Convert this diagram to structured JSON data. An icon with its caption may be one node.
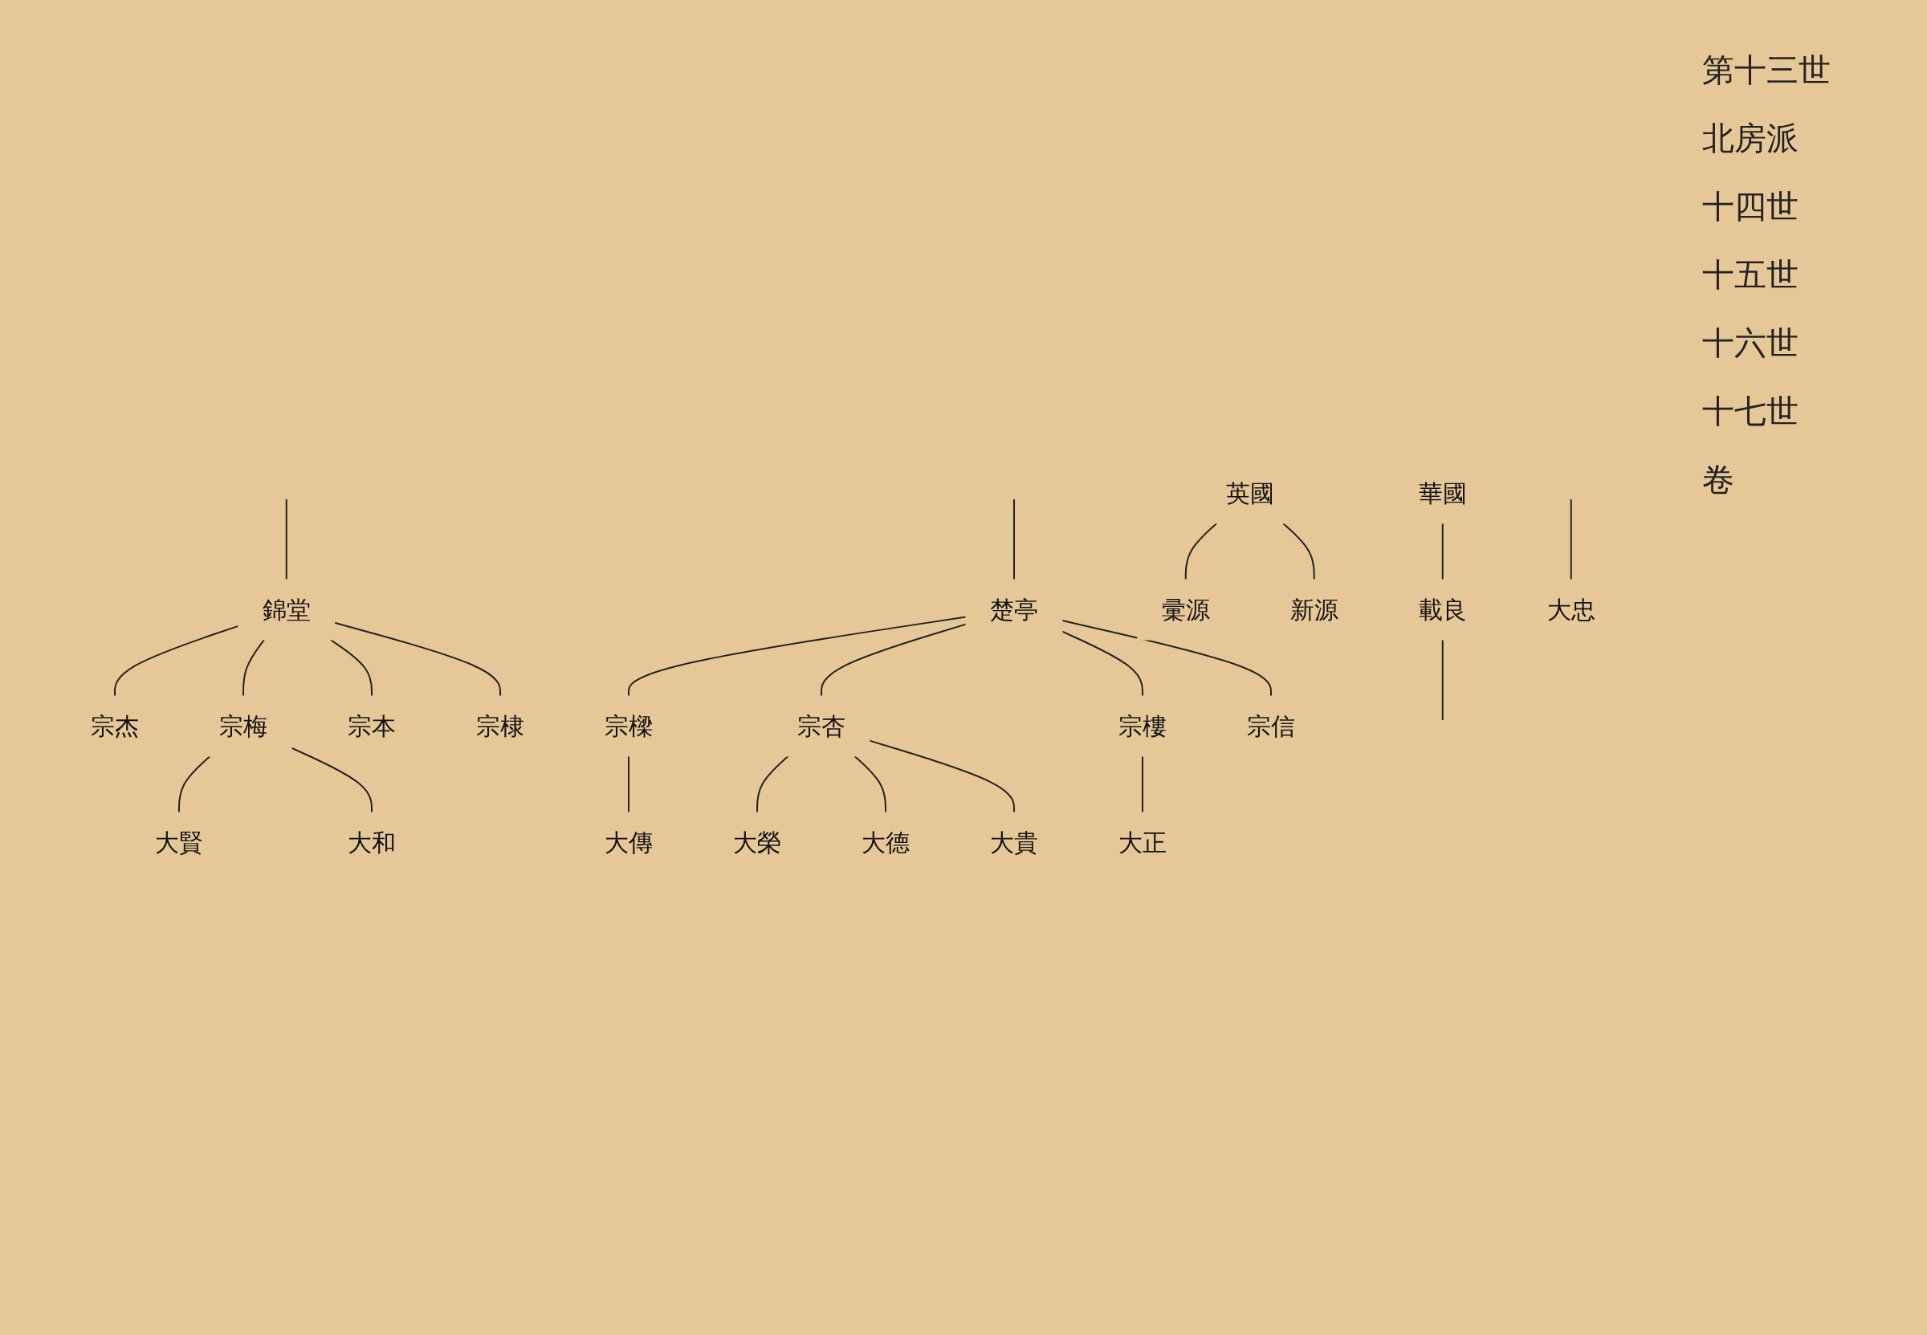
{
  "diagram": {
    "nodes": [
      {
        "text": [
          "華國"
        ]
      },
      {
        "text": [
          "載良"
        ]
      },
      {
        "text": [
          "錦堂"
        ]
      },
      {
        "text": [
          "宗杰"
        ]
      },
      {
        "text": [
          "宗梅"
        ]
      },
      {
        "text": [
          "宗本"
        ]
      },
      {
        "text": [
          "宗棣"
        ]
      },
      {
        "text": [
          "大賢"
        ]
      },
      {
        "text": [
          "大和"
        ]
      },
      {
        "text": [
          "英國"
        ]
      },
      {
        "text": [
          "彚源"
        ]
      },
      {
        "text": [
          "新源"
        ]
      },
      {
        "text": [
          "楚亭"
        ]
      },
      {
        "text": [
          "宗樑"
        ]
      },
      {
        "text": [
          "宗杏"
        ]
      },
      {
        "text": [
          "宗樓"
        ]
      },
      {
        "text": [
          "宗信"
        ]
      },
      {
        "text": [
          "大傳"
        ]
      },
      {
        "text": [
          "大榮"
        ]
      },
      {
        "text": [
          "大德"
        ]
      },
      {
        "text": [
          "大貴"
        ]
      },
      {
        "text": [
          "大正"
        ]
      },
      {
        "text": [
          "大忠"
        ]
      }
    ],
    "edges": [
      {
        "from": 0,
        "to": 1,
        "arrow": "none"
      },
      {
        "from": null,
        "to": 2,
        "arrow": "none"
      },
      {
        "from": 1,
        "to": null,
        "arrow": "none"
      },
      {
        "from": 2,
        "to": 3,
        "arrow": "none"
      },
      {
        "from": 2,
        "to": 4,
        "arrow": "none"
      },
      {
        "from": 2,
        "to": 5,
        "arrow": "none"
      },
      {
        "from": 2,
        "to": 6,
        "arrow": "none"
      },
      {
        "from": 4,
        "to": 7,
        "arrow": "none"
      },
      {
        "from": 4,
        "to": 8,
        "arrow": "none"
      },
      {
        "from": 9,
        "to": 10,
        "arrow": "none"
      },
      {
        "from": 9,
        "to": 11,
        "arrow": "none"
      },
      {
        "from": null,
        "to": 12,
        "arrow": "none"
      },
      {
        "from": 12,
        "to": 13,
        "arrow": "none"
      },
      {
        "from": 12,
        "to": 14,
        "arrow": "none"
      },
      {
        "from": 12,
        "to": 15,
        "arrow": "none"
      },
      {
        "from": 12,
        "to": 16,
        "arrow": "none"
      },
      {
        "from": 13,
        "to": 17,
        "arrow": "none"
      },
      {
        "from": 14,
        "to": 18,
        "arrow": "none"
      },
      {
        "from": 14,
        "to": 19,
        "arrow": "none"
      },
      {
        "from": 14,
        "to": 20,
        "arrow": "none"
      },
      {
        "from": 15,
        "to": 21,
        "arrow": "none"
      },
      {
        "from": null,
        "to": 22,
        "arrow": "none"
      }
    ],
    "labels": [
      "第十三世",
      "北房派",
      "十四世",
      "十五世",
      "十六世",
      "十七世",
      "卷"
    ]
  }
}
